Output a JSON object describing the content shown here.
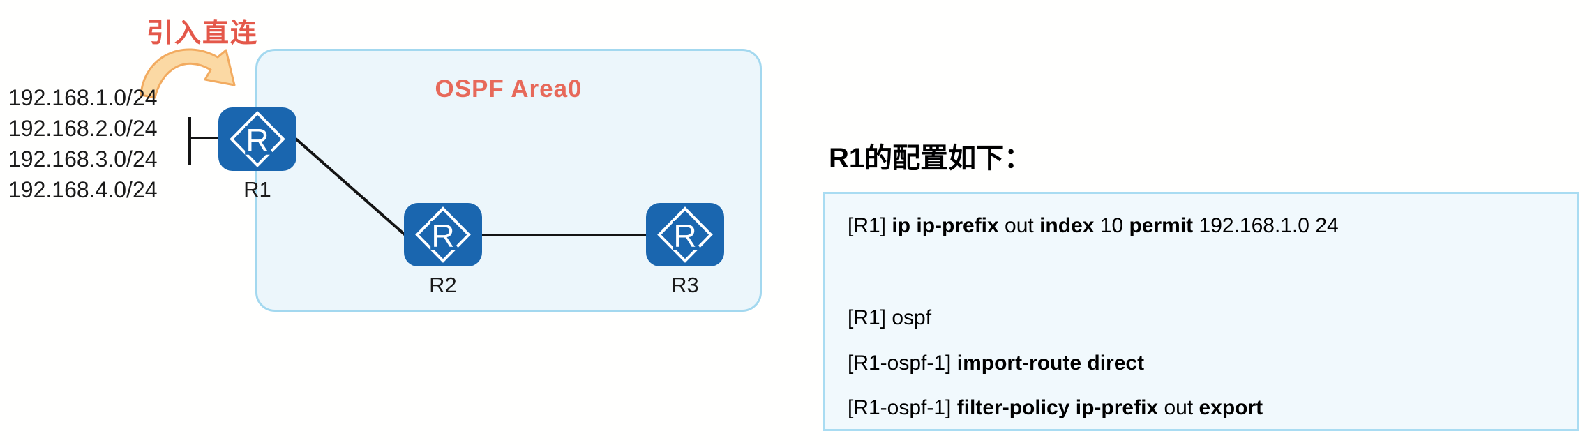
{
  "diagram": {
    "import_annotation": "引入直连",
    "networks": [
      "192.168.1.0/24",
      "192.168.2.0/24",
      "192.168.3.0/24",
      "192.168.4.0/24"
    ],
    "ospf_area_label": "OSPF Area0",
    "routers": [
      {
        "label": "R1",
        "icon_letter": "R"
      },
      {
        "label": "R2",
        "icon_letter": "R"
      },
      {
        "label": "R3",
        "icon_letter": "R"
      }
    ]
  },
  "config_panel": {
    "heading": "R1的配置如下：",
    "lines": [
      {
        "segments": [
          {
            "text": "[R1] ",
            "bold": false
          },
          {
            "text": "ip ip-prefix",
            "bold": true
          },
          {
            "text": " out ",
            "bold": false
          },
          {
            "text": "index",
            "bold": true
          },
          {
            "text": " 10 ",
            "bold": false
          },
          {
            "text": "permit",
            "bold": true
          },
          {
            "text": " 192.168.1.0 24",
            "bold": false
          }
        ]
      },
      {
        "segments": [
          {
            "text": "[R1] ospf",
            "bold": false
          }
        ]
      },
      {
        "segments": [
          {
            "text": "[R1-ospf-1] ",
            "bold": false
          },
          {
            "text": "import-route direct",
            "bold": true
          }
        ]
      },
      {
        "segments": [
          {
            "text": "[R1-ospf-1] ",
            "bold": false
          },
          {
            "text": "filter-policy ip-prefix",
            "bold": true
          },
          {
            "text": " out ",
            "bold": false
          },
          {
            "text": "export",
            "bold": true
          }
        ]
      }
    ]
  },
  "colors": {
    "router_blue": "#1a66af",
    "area_box_fill": "#ecf6fb",
    "area_box_border": "#a3d8ef",
    "config_box_fill": "#f1f9fd",
    "config_box_border": "#a9dcf2",
    "annotation_red": "#e4584a",
    "area_title_red": "#e7695a",
    "arrow_fill": "#fbd9a4",
    "arrow_stroke": "#f2ab60",
    "line_black": "#141414"
  }
}
